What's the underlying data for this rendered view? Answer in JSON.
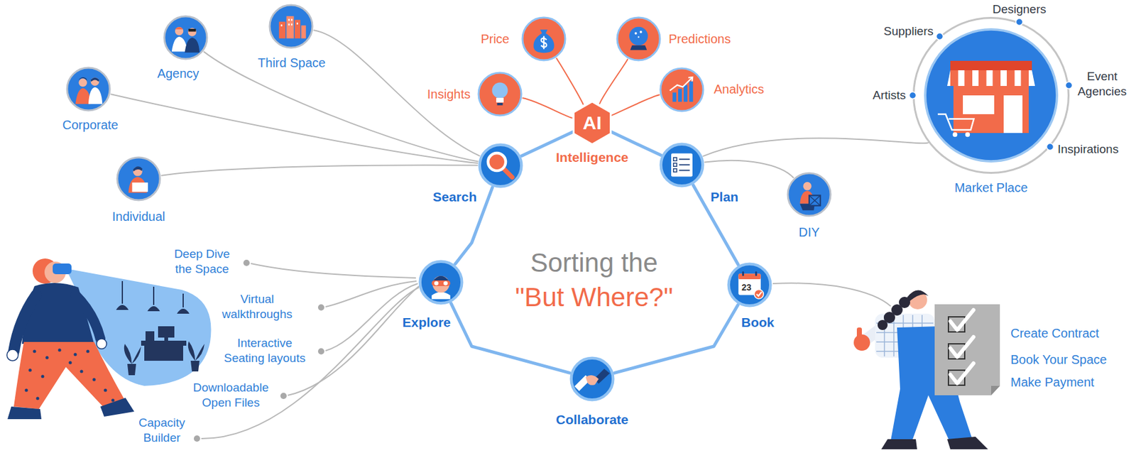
{
  "diagram": {
    "nodes": [
      {
        "text": [
          "Search"
        ]
      },
      {
        "text": [
          "AI",
          "Intelligence"
        ]
      },
      {
        "text": [
          "Plan"
        ]
      },
      {
        "text": [
          "Book"
        ]
      },
      {
        "text": [
          "Collaborate"
        ]
      },
      {
        "text": [
          "Explore"
        ]
      },
      {
        "text": [
          "Corporate"
        ]
      },
      {
        "text": [
          "Agency"
        ]
      },
      {
        "text": [
          "Third Space"
        ]
      },
      {
        "text": [
          "Individual"
        ]
      },
      {
        "text": [
          "Insights"
        ]
      },
      {
        "text": [
          "Price"
        ]
      },
      {
        "text": [
          "Predictions"
        ]
      },
      {
        "text": [
          "Analytics"
        ]
      },
      {
        "text": [
          "Market Place"
        ]
      },
      {
        "text": [
          "DIY"
        ]
      }
    ],
    "edges": [
      {
        "from": 0,
        "to": 1,
        "arrow": "none"
      },
      {
        "from": 1,
        "to": 2,
        "arrow": "none"
      },
      {
        "from": 2,
        "to": 3,
        "arrow": "none"
      },
      {
        "from": 3,
        "to": 4,
        "arrow": "none"
      },
      {
        "from": 4,
        "to": 5,
        "arrow": "none"
      },
      {
        "from": 5,
        "to": 0,
        "arrow": "none"
      },
      {
        "from": 0,
        "to": 6,
        "arrow": "none"
      },
      {
        "from": 0,
        "to": 7,
        "arrow": "none"
      },
      {
        "from": 0,
        "to": 8,
        "arrow": "none"
      },
      {
        "from": 0,
        "to": 9,
        "arrow": "none"
      },
      {
        "from": 1,
        "to": 10,
        "arrow": "none"
      },
      {
        "from": 1,
        "to": 11,
        "arrow": "none"
      },
      {
        "from": 1,
        "to": 12,
        "arrow": "none"
      },
      {
        "from": 1,
        "to": 13,
        "arrow": "none"
      },
      {
        "from": 2,
        "to": 14,
        "arrow": "none"
      },
      {
        "from": 2,
        "to": 15,
        "arrow": "none"
      }
    ],
    "labels": [
      "Sorting the",
      "\"But Where?\"",
      "Designers",
      "Suppliers",
      "Artists",
      "Event Agencies",
      "Inspirations",
      "Deep Dive the Space",
      "Virtual walkthroughs",
      "Interactive Seating layouts",
      "Downloadable Open Files",
      "Capacity Builder",
      "23",
      "Create Contract",
      "Book Your Space",
      "Make Payment"
    ]
  }
}
